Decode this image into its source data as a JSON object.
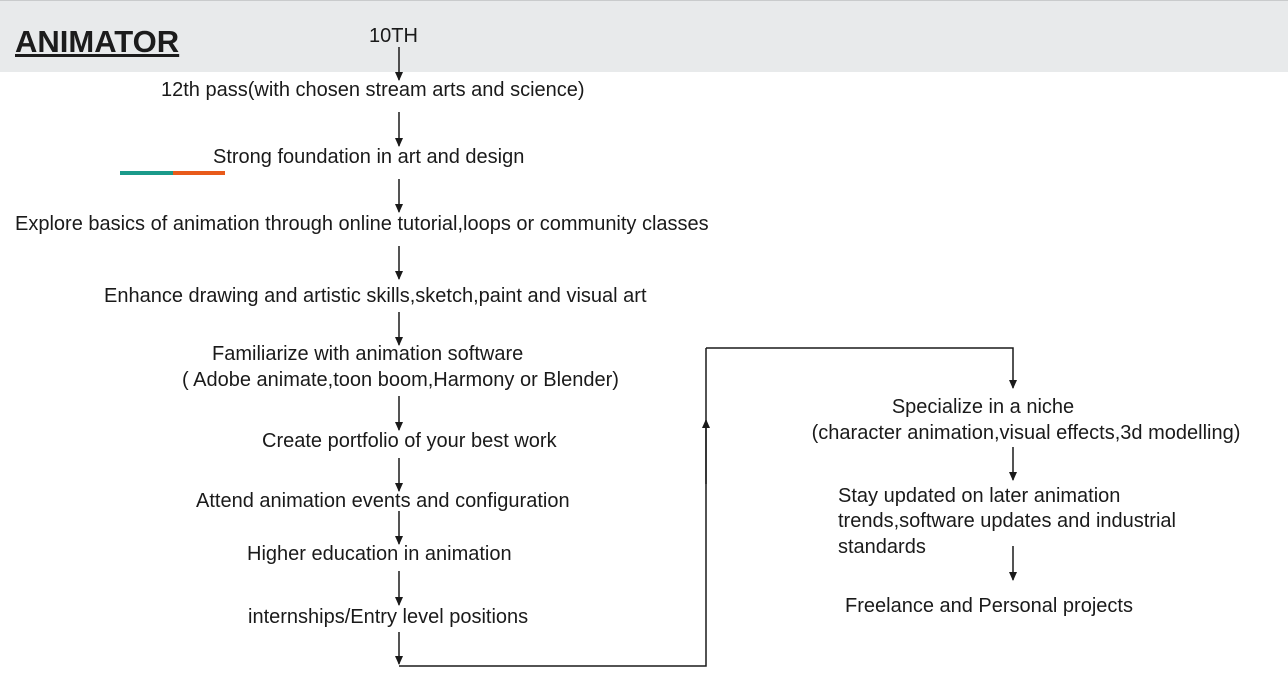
{
  "title": "ANIMATOR",
  "accent_colors": [
    "#1a9a8a",
    "#e85a1a"
  ],
  "steps": {
    "s10th": "10TH",
    "s12th": "12th pass(with chosen stream arts and science)",
    "foundation": "Strong foundation in art and design",
    "explore": "Explore basics of animation through online tutorial,loops or community classes",
    "enhance": "Enhance drawing and artistic skills,sketch,paint and visual art",
    "software_1": "Familiarize with animation software",
    "software_2": "( Adobe animate,toon boom,Harmony or Blender)",
    "portfolio": "Create portfolio of your best work",
    "events": "Attend animation events and configuration",
    "higher_ed": "Higher education in animation",
    "internships": "internships/Entry level positions",
    "specialize_1": "Specialize in a niche",
    "specialize_2": "(character animation,visual effects,3d modelling)",
    "updated_1": "Stay updated on later animation",
    "updated_2": "trends,software updates and industrial",
    "updated_3": "standards",
    "freelance": "Freelance and Personal projects"
  }
}
